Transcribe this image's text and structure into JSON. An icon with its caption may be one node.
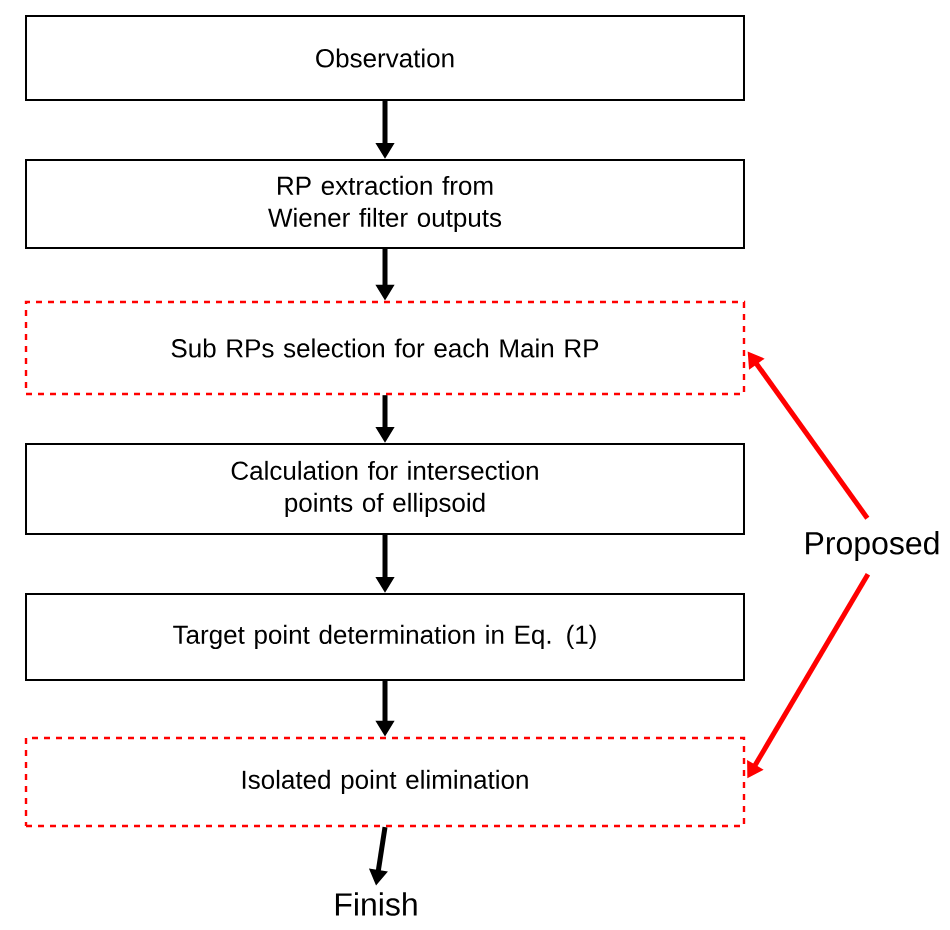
{
  "diagram": {
    "nodes": [
      {
        "text": [
          "Observation"
        ]
      },
      {
        "text": [
          "RP extraction from Wiener filter outputs"
        ]
      },
      {
        "text": [
          "Sub RPs selection for each Main RP"
        ]
      },
      {
        "text": [
          "Calculation for intersection points of ellipsoid"
        ]
      },
      {
        "text": [
          "Target point determination in Eq. (1)"
        ]
      },
      {
        "text": [
          "Isolated point elimination"
        ]
      },
      {
        "text": [
          "Finish"
        ]
      },
      {
        "text": [
          "Proposed"
        ]
      }
    ],
    "edges": [
      {
        "from": 0,
        "to": 1,
        "arrow": "to"
      },
      {
        "from": 1,
        "to": 2,
        "arrow": "to"
      },
      {
        "from": 2,
        "to": 3,
        "arrow": "to"
      },
      {
        "from": 3,
        "to": 4,
        "arrow": "to"
      },
      {
        "from": 4,
        "to": 5,
        "arrow": "to"
      },
      {
        "from": 5,
        "to": 6,
        "arrow": "to"
      },
      {
        "from": 7,
        "to": 2,
        "arrow": "to",
        "color": "#ff0000"
      },
      {
        "from": 7,
        "to": 5,
        "arrow": "to",
        "color": "#ff0000"
      }
    ]
  }
}
